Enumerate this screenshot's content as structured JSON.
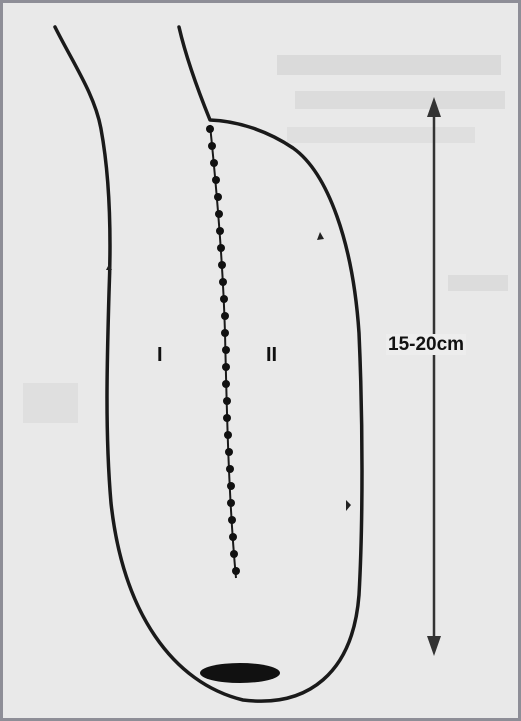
{
  "diagram": {
    "region_labels": {
      "left": "I",
      "right": "II"
    },
    "length_label": "15-20cm",
    "icons": {
      "measurement_arrow": "double-headed-arrow",
      "suture_line": "dotted-suture-line",
      "dark_mark": "filled-ellipse"
    }
  }
}
